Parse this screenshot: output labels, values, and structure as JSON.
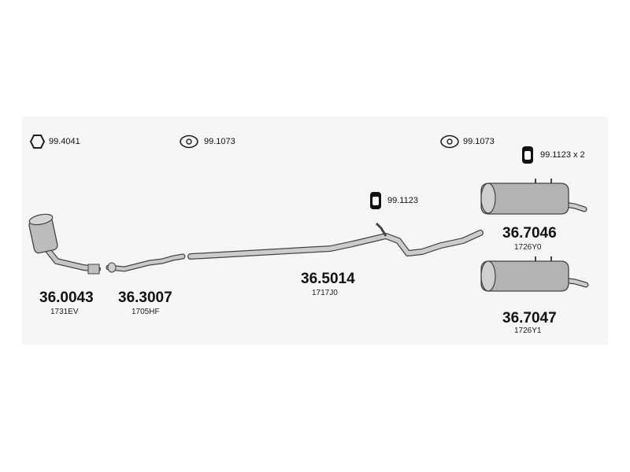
{
  "fittings": [
    {
      "code": "99.4041",
      "icon": "ring-clamp-icon"
    },
    {
      "code": "99.1073",
      "icon": "gasket-icon"
    },
    {
      "code": "99.1073",
      "icon": "gasket-icon"
    },
    {
      "code": "99.1123 x 2",
      "icon": "rubber-hanger-icon"
    },
    {
      "code": "99.1123",
      "icon": "rubber-hanger-icon"
    }
  ],
  "parts": [
    {
      "number": "36.0043",
      "ref": "1731EV"
    },
    {
      "number": "36.3007",
      "ref": "1705HF"
    },
    {
      "number": "36.5014",
      "ref": "1717J0"
    },
    {
      "number": "36.7046",
      "ref": "1726Y0"
    },
    {
      "number": "36.7047",
      "ref": "1726Y1"
    }
  ],
  "colors": {
    "panel": "#f6f6f6",
    "metal": "#b9b9b9",
    "outline": "#444444",
    "text": "#111111"
  }
}
